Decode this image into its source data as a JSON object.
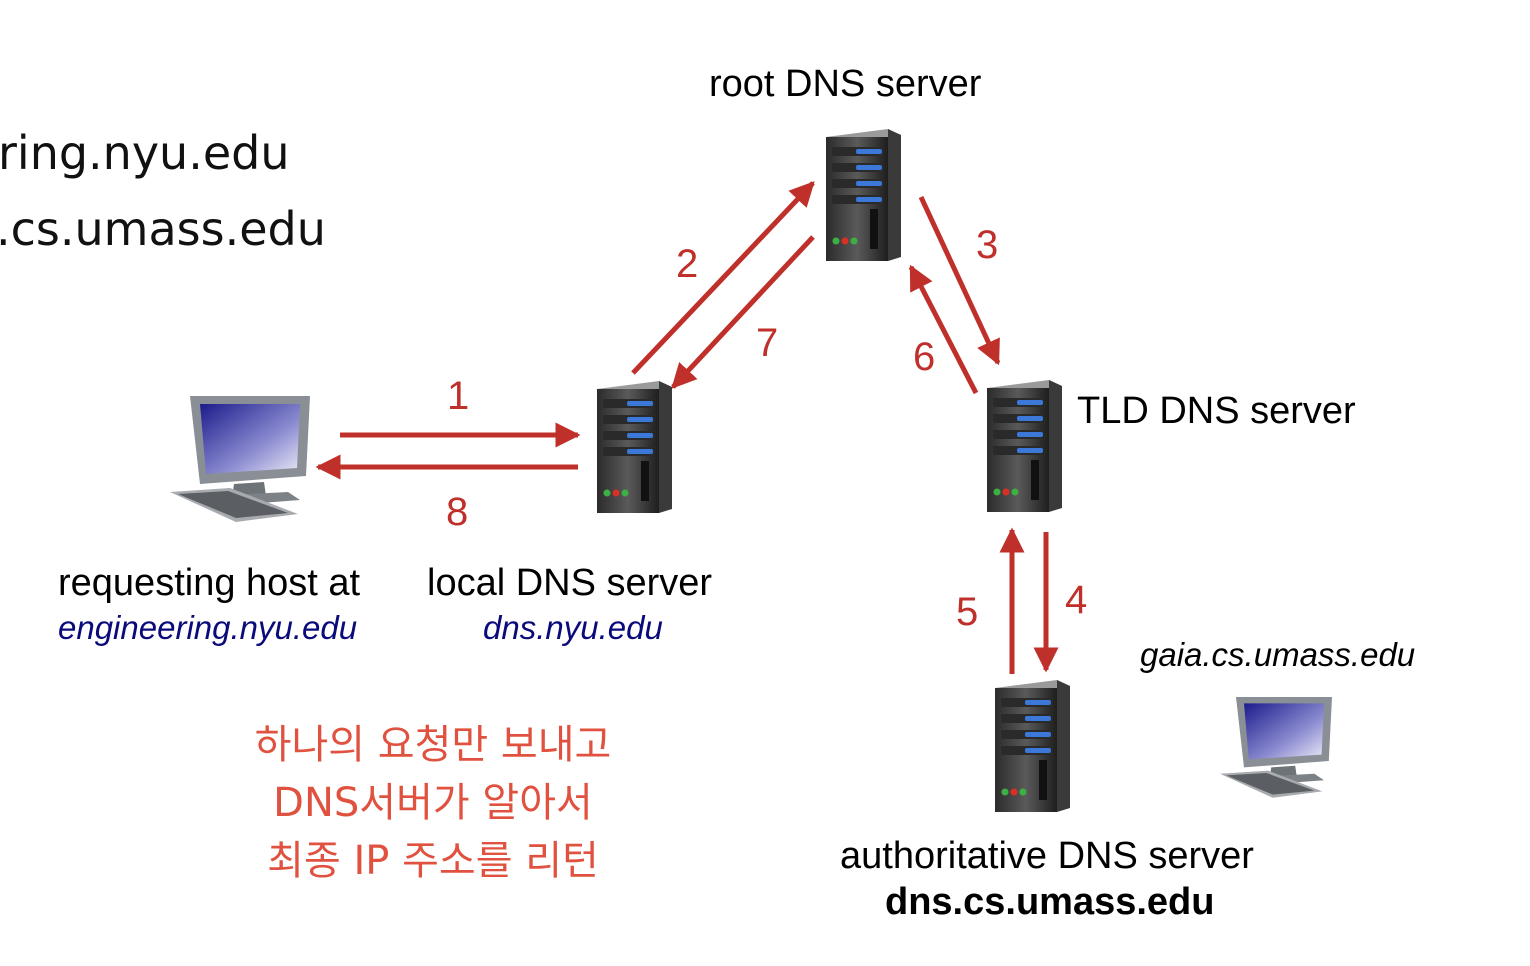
{
  "cutoff_text": {
    "line1": "ring.nyu.edu",
    "line2": ".cs.umass.edu"
  },
  "servers": {
    "root": {
      "label": "root DNS server"
    },
    "tld": {
      "label": "TLD DNS server"
    },
    "local": {
      "label": "local DNS server",
      "domain": "dns.nyu.edu"
    },
    "authoritative": {
      "label": "authoritative DNS server",
      "domain": "dns.cs.umass.edu"
    }
  },
  "hosts": {
    "requesting": {
      "label": "requesting host at",
      "domain": "engineering.nyu.edu"
    },
    "target": {
      "domain": "gaia.cs.umass.edu"
    }
  },
  "steps": [
    "1",
    "2",
    "3",
    "4",
    "5",
    "6",
    "7",
    "8"
  ],
  "note": {
    "line1": "하나의 요청만 보내고",
    "line2": "DNS서버가 알아서",
    "line3": "최종 IP 주소를 리턴"
  },
  "colors": {
    "arrow": "#c0302b",
    "note": "#e0523f",
    "domain": "#0a0a7a"
  }
}
